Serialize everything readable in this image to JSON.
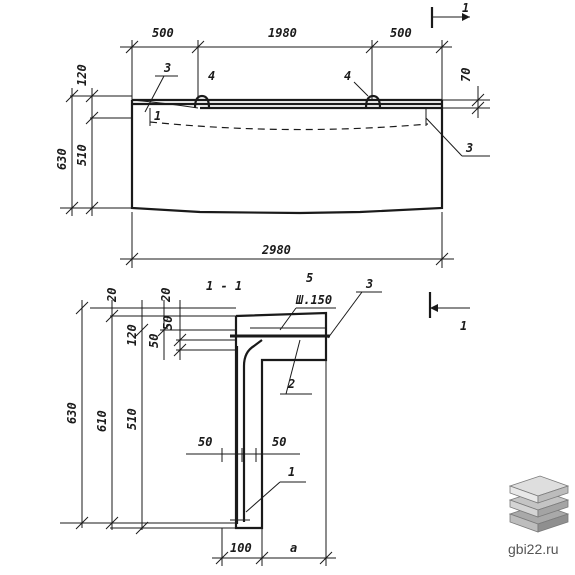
{
  "plan": {
    "dim_top_left": "500",
    "dim_top_mid": "1980",
    "dim_top_right": "500",
    "dim_bottom": "2980",
    "dim_left_total": "630",
    "dim_left_top": "120",
    "dim_left_lower": "510",
    "dim_right_small": "70",
    "callout_3_left": "3",
    "callout_4_left": "4",
    "callout_4_right": "4",
    "callout_3_right": "3",
    "callout_1_left": "1",
    "section_mark_top": "1"
  },
  "section": {
    "title": "1 - 1",
    "dim_20_a": "20",
    "dim_20_b": "20",
    "dim_120": "120",
    "dim_50_a": "50",
    "dim_50_b": "50",
    "dim_630": "630",
    "dim_610": "610",
    "dim_510": "510",
    "dim_50_left": "50",
    "dim_50_right": "50",
    "dim_100": "100",
    "dim_a": "a",
    "spacing_label": "Ш.150",
    "callout_5": "5",
    "callout_3": "3",
    "callout_2": "2",
    "callout_1": "1",
    "section_mark_right": "1"
  },
  "watermark": {
    "text": "gbi22.ru"
  }
}
